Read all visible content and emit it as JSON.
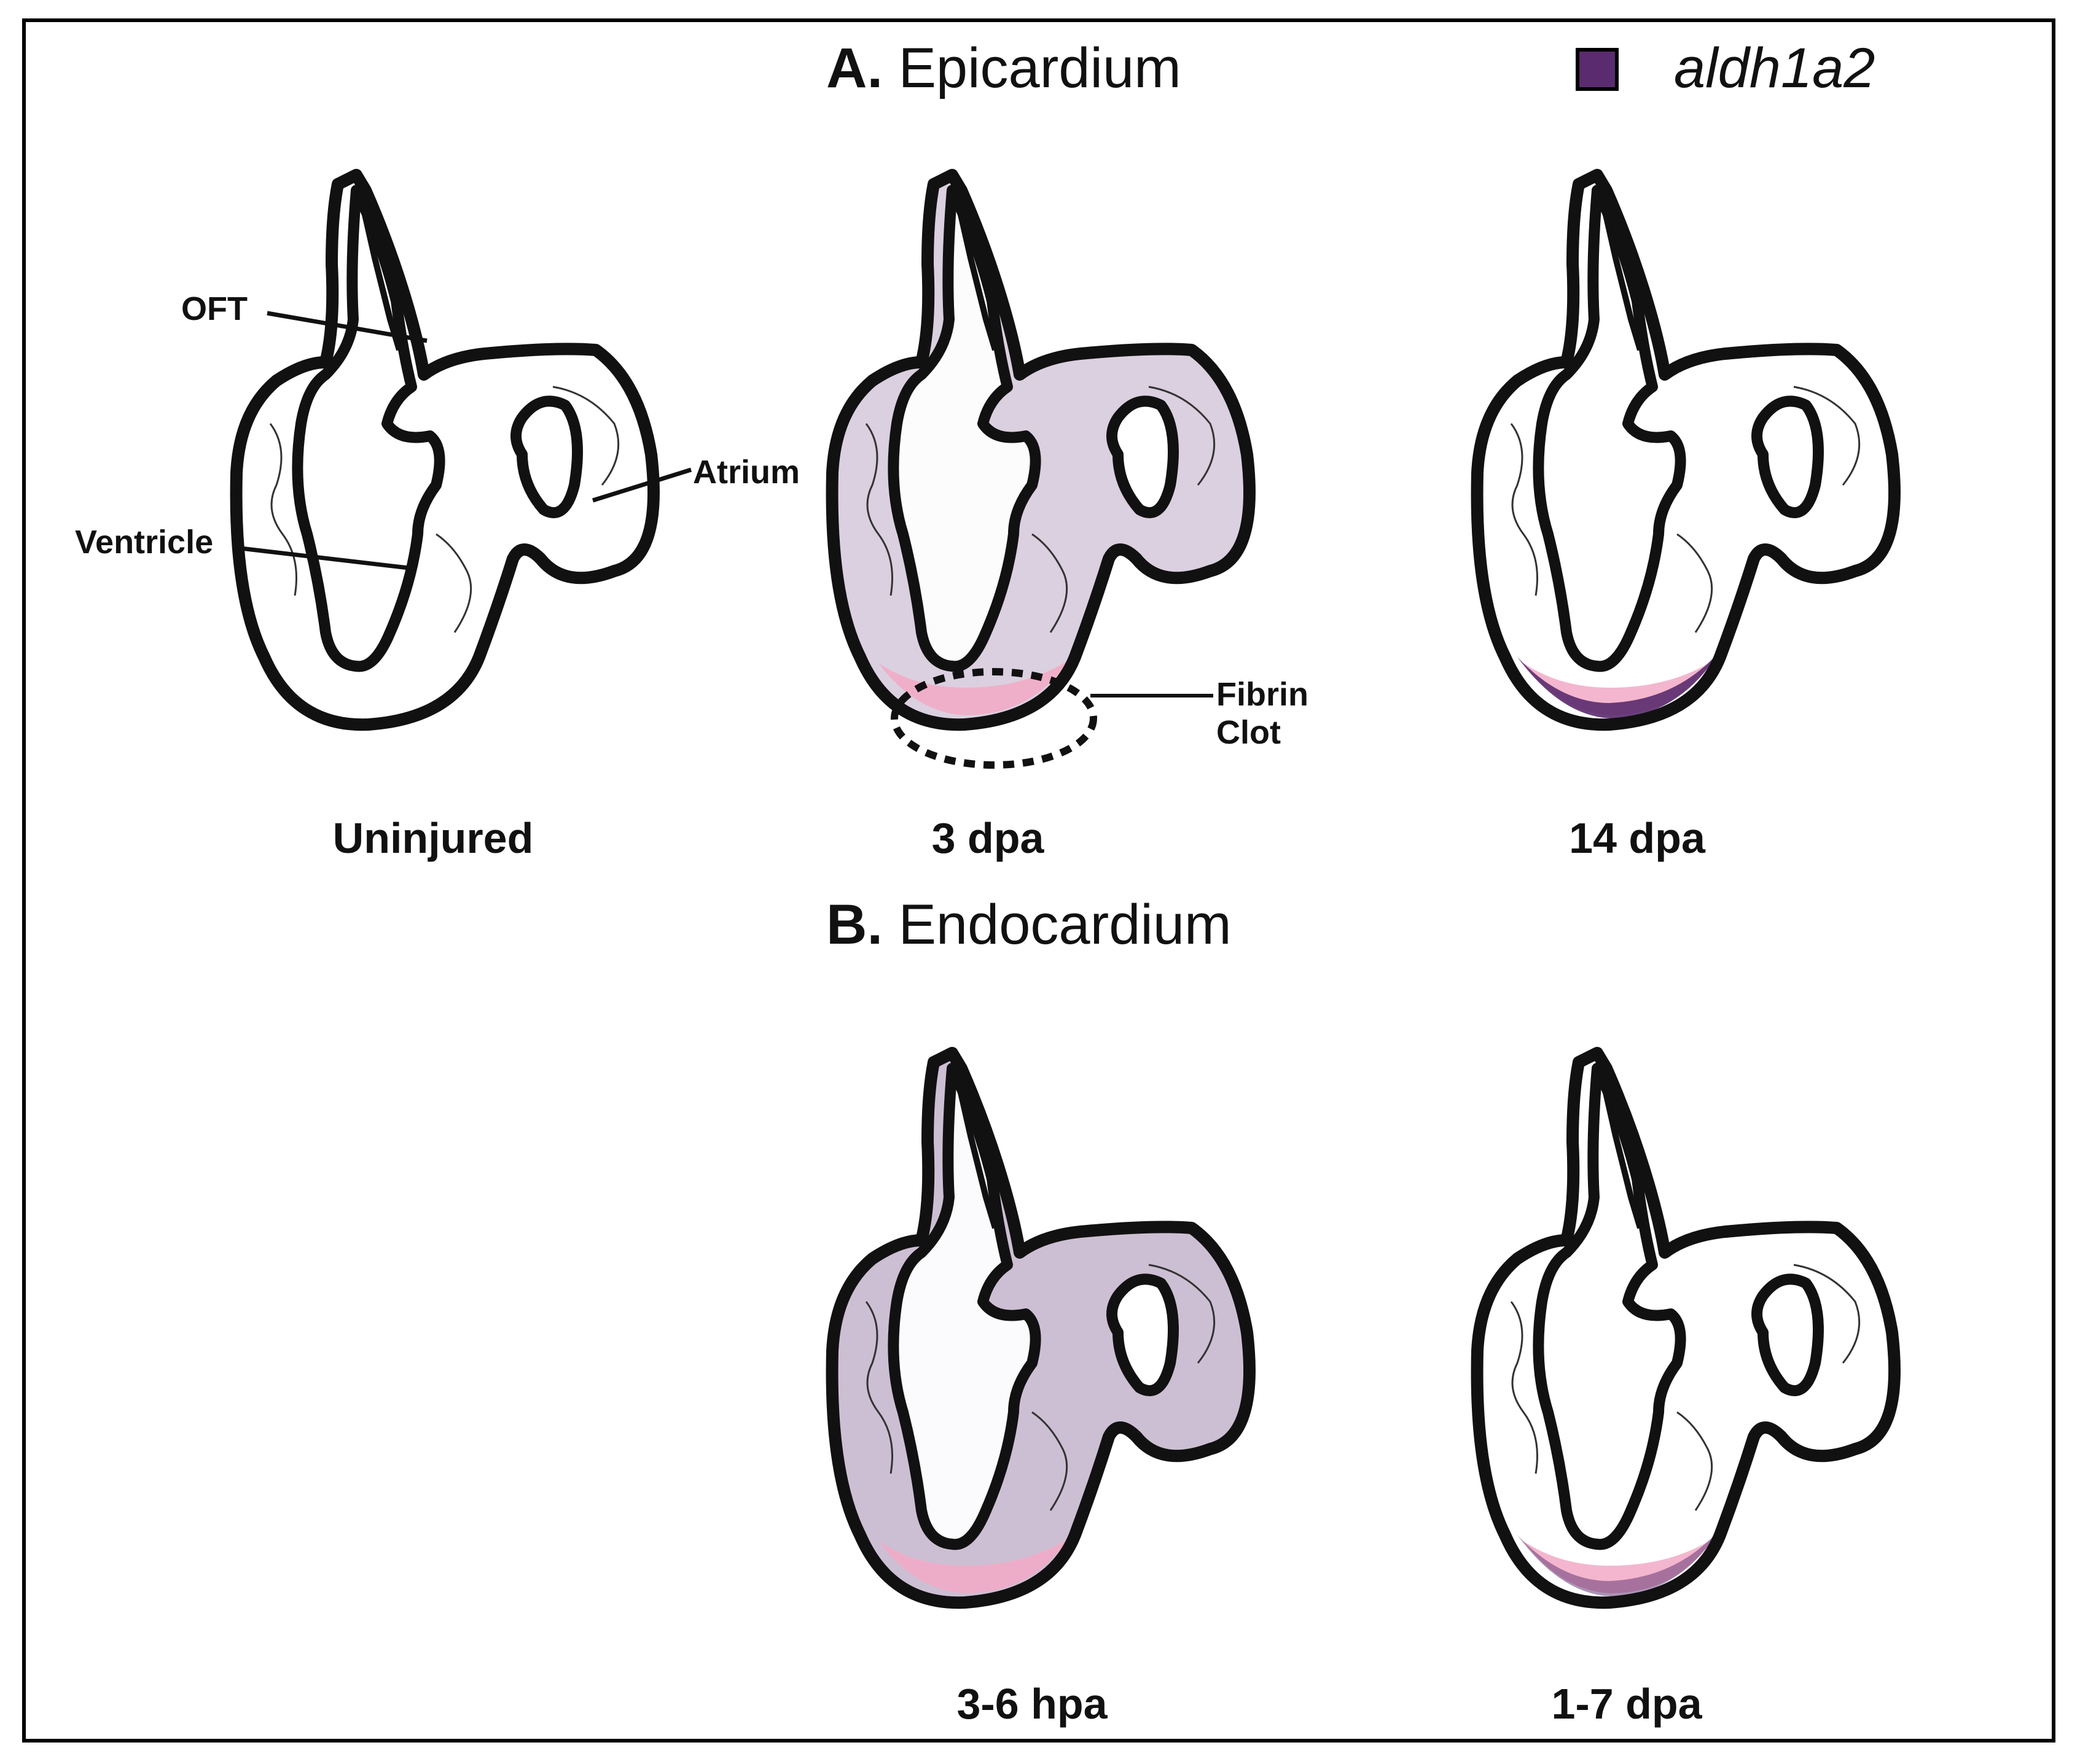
{
  "panel_a": {
    "letter": "A.",
    "title": "Epicardium"
  },
  "panel_b": {
    "letter": "B.",
    "title": "Endocardium"
  },
  "legend": {
    "label": "aldh1a2",
    "color": "#5a2b6e"
  },
  "colors": {
    "stain": "#5a2b6e",
    "clot": "#f2a9c6",
    "outline": "#111111"
  },
  "annotations": {
    "oft": "OFT",
    "atrium": "Atrium",
    "ventricle": "Ventricle",
    "fibrin_line1": "Fibrin",
    "fibrin_line2": "Clot"
  },
  "hearts": [
    {
      "id": "uninjured",
      "caption": "Uninjured",
      "stain": "none",
      "clot": false
    },
    {
      "id": "3dpa",
      "caption": "3 dpa",
      "stain": "epicardium-diffuse",
      "clot": true
    },
    {
      "id": "14dpa",
      "caption": "14 dpa",
      "stain": "apex-dark",
      "clot": true
    },
    {
      "id": "3-6hpa",
      "caption": "3-6 hpa",
      "stain": "endocardium-diffuse",
      "clot": true
    },
    {
      "id": "1-7dpa",
      "caption": "1-7 dpa",
      "stain": "apex-light",
      "clot": true
    }
  ]
}
